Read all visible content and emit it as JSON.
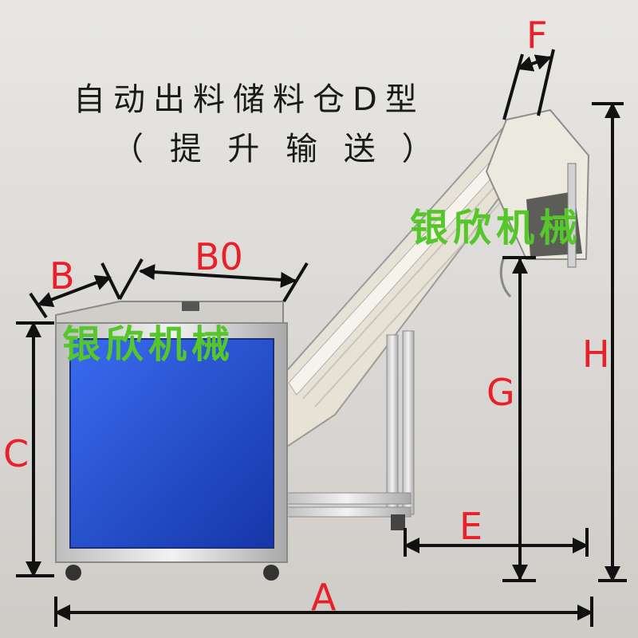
{
  "title": {
    "line1": "自动出料储料仓D型",
    "line2": "（ 提 升 输 送 ）"
  },
  "watermark": {
    "text_right": "银欣机械",
    "text_left": "银欣机械",
    "color": "#56c72a"
  },
  "dimensions": {
    "A": "A",
    "B": "B",
    "B0": "B0",
    "C": "C",
    "E": "E",
    "F": "F",
    "G": "G",
    "H": "H",
    "label_color": "#e8202a"
  },
  "colors": {
    "panel_blue": "#1f4fd8",
    "background": "#d8d6d3"
  }
}
